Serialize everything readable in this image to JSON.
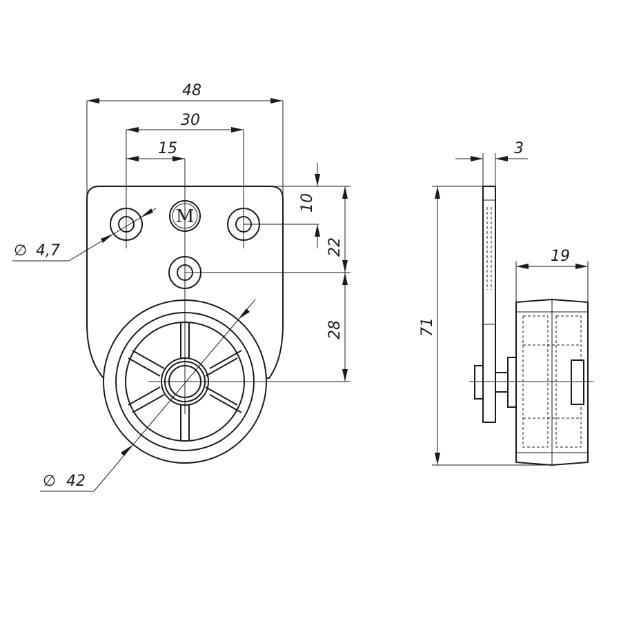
{
  "front_view": {
    "overall_width": "48",
    "hole_spacing": "30",
    "half_spacing": "15",
    "hole_diameter_symbol": "∅",
    "hole_diameter": "4,7",
    "wheel_diameter_symbol": "∅",
    "wheel_diameter": "42",
    "top_to_holes": "10",
    "holes_to_center_hole": "22",
    "center_hole_to_axle": "28",
    "logo_letter": "M"
  },
  "side_view": {
    "plate_thickness": "3",
    "wheel_width": "19",
    "overall_height": "71"
  }
}
